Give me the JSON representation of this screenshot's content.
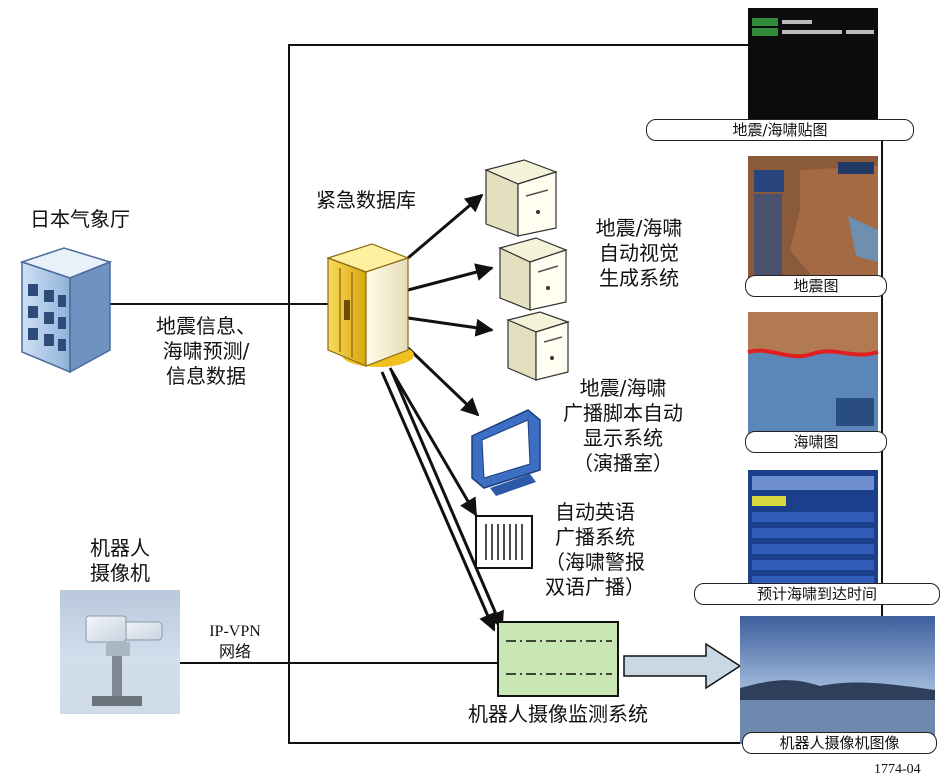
{
  "agency_label": "日本气象厅",
  "database_label": "紧急数据库",
  "data_flow_label": [
    "地震信息、",
    "海啸预测/",
    "信息数据"
  ],
  "visual_system_label": [
    "地震/海啸",
    "自动视觉",
    "生成系统"
  ],
  "script_system_label": [
    "地震/海啸",
    "广播脚本自动",
    "显示系统",
    "（演播室）"
  ],
  "english_system_label": [
    "自动英语",
    "广播系统",
    "（海啸警报",
    "双语广播）"
  ],
  "camera_label": [
    "机器人",
    "摄像机"
  ],
  "vpn_label": [
    "IP-VPN",
    "网络"
  ],
  "monitor_system_label": "机器人摄像监测系统",
  "panels": [
    {
      "caption": "地震/海啸贴图"
    },
    {
      "caption": "地震图"
    },
    {
      "caption": "海啸图"
    },
    {
      "caption": "预计海啸到达时间"
    },
    {
      "caption": "机器人摄像机图像"
    }
  ],
  "figure_id": "1774-04"
}
